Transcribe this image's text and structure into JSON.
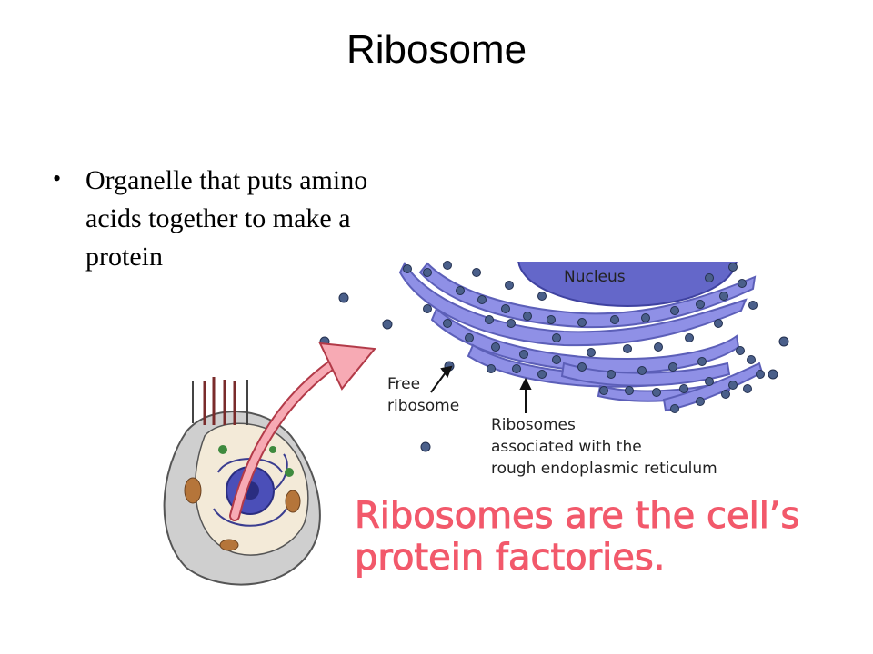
{
  "slide": {
    "title": "Ribosome",
    "bullet": "Organelle that puts amino acids together to make a protein"
  },
  "figure": {
    "nucleus_label": "Nucleus",
    "free_ribosome_label_line1": "Free",
    "free_ribosome_label_line2": "ribosome",
    "rer_label_line1": "Ribosomes",
    "rer_label_line2": "associated with the",
    "rer_label_line3": "rough endoplasmic reticulum",
    "caption": "Ribosomes are the cell’s protein factories.",
    "colors": {
      "er": "#8f90e6",
      "er_edge": "#5c5fb8",
      "nucleus": "#6467c9",
      "ribosome": "#4a5f8a",
      "arrow": "#f07a8a",
      "caption": "#f2596b",
      "cell": "#c8c8c8"
    }
  }
}
